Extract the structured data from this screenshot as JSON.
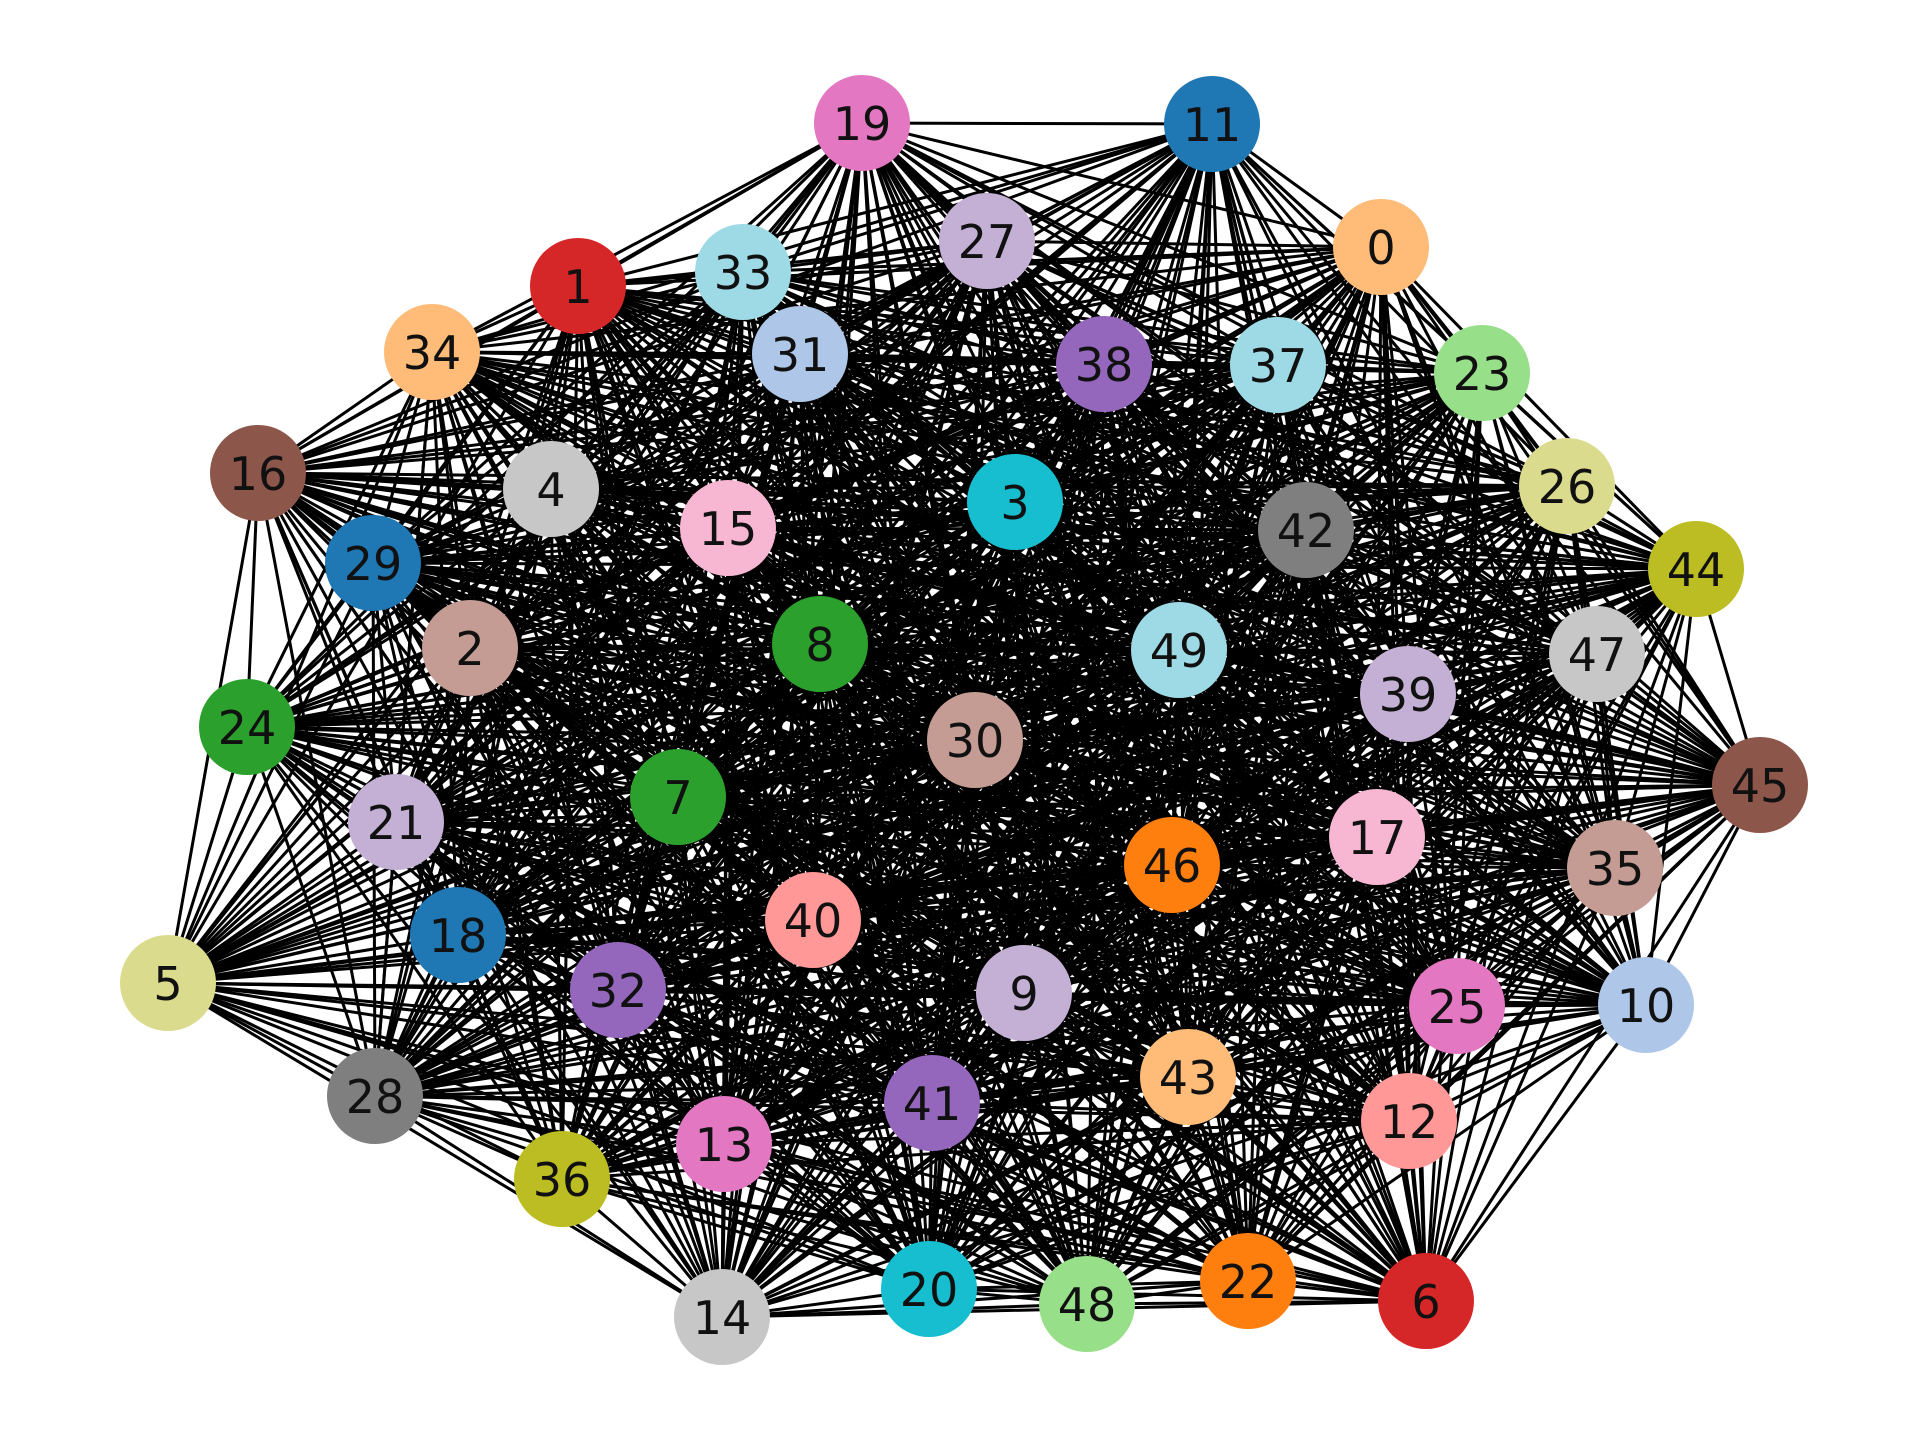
{
  "graph": {
    "type": "network",
    "nodes": [
      {
        "id": "0",
        "label": "0",
        "color": "#ffbb78"
      },
      {
        "id": "1",
        "label": "1",
        "color": "#d62728"
      },
      {
        "id": "2",
        "label": "2",
        "color": "#c49c94"
      },
      {
        "id": "3",
        "label": "3",
        "color": "#17becf"
      },
      {
        "id": "4",
        "label": "4",
        "color": "#c7c7c7"
      },
      {
        "id": "5",
        "label": "5",
        "color": "#dbdb8d"
      },
      {
        "id": "6",
        "label": "6",
        "color": "#d62728"
      },
      {
        "id": "7",
        "label": "7",
        "color": "#2ca02c"
      },
      {
        "id": "8",
        "label": "8",
        "color": "#2ca02c"
      },
      {
        "id": "9",
        "label": "9",
        "color": "#c5b0d5"
      },
      {
        "id": "10",
        "label": "10",
        "color": "#aec7e8"
      },
      {
        "id": "11",
        "label": "11",
        "color": "#1f77b4"
      },
      {
        "id": "12",
        "label": "12",
        "color": "#ff9896"
      },
      {
        "id": "13",
        "label": "13",
        "color": "#e377c2"
      },
      {
        "id": "14",
        "label": "14",
        "color": "#c7c7c7"
      },
      {
        "id": "15",
        "label": "15",
        "color": "#f7b6d2"
      },
      {
        "id": "16",
        "label": "16",
        "color": "#8c564b"
      },
      {
        "id": "17",
        "label": "17",
        "color": "#f7b6d2"
      },
      {
        "id": "18",
        "label": "18",
        "color": "#1f77b4"
      },
      {
        "id": "19",
        "label": "19",
        "color": "#e377c2"
      },
      {
        "id": "20",
        "label": "20",
        "color": "#17becf"
      },
      {
        "id": "21",
        "label": "21",
        "color": "#c5b0d5"
      },
      {
        "id": "22",
        "label": "22",
        "color": "#ff7f0e"
      },
      {
        "id": "23",
        "label": "23",
        "color": "#98df8a"
      },
      {
        "id": "24",
        "label": "24",
        "color": "#2ca02c"
      },
      {
        "id": "25",
        "label": "25",
        "color": "#e377c2"
      },
      {
        "id": "26",
        "label": "26",
        "color": "#dbdb8d"
      },
      {
        "id": "27",
        "label": "27",
        "color": "#c5b0d5"
      },
      {
        "id": "28",
        "label": "28",
        "color": "#7f7f7f"
      },
      {
        "id": "29",
        "label": "29",
        "color": "#1f77b4"
      },
      {
        "id": "30",
        "label": "30",
        "color": "#c49c94"
      },
      {
        "id": "31",
        "label": "31",
        "color": "#aec7e8"
      },
      {
        "id": "32",
        "label": "32",
        "color": "#9467bd"
      },
      {
        "id": "33",
        "label": "33",
        "color": "#9edae5"
      },
      {
        "id": "34",
        "label": "34",
        "color": "#ffbb78"
      },
      {
        "id": "35",
        "label": "35",
        "color": "#c49c94"
      },
      {
        "id": "36",
        "label": "36",
        "color": "#bcbd22"
      },
      {
        "id": "37",
        "label": "37",
        "color": "#9edae5"
      },
      {
        "id": "38",
        "label": "38",
        "color": "#9467bd"
      },
      {
        "id": "39",
        "label": "39",
        "color": "#c5b0d5"
      },
      {
        "id": "40",
        "label": "40",
        "color": "#ff9896"
      },
      {
        "id": "41",
        "label": "41",
        "color": "#9467bd"
      },
      {
        "id": "42",
        "label": "42",
        "color": "#7f7f7f"
      },
      {
        "id": "43",
        "label": "43",
        "color": "#ffbb78"
      },
      {
        "id": "44",
        "label": "44",
        "color": "#bcbd22"
      },
      {
        "id": "45",
        "label": "45",
        "color": "#8c564b"
      },
      {
        "id": "46",
        "label": "46",
        "color": "#ff7f0e"
      },
      {
        "id": "47",
        "label": "47",
        "color": "#c7c7c7"
      },
      {
        "id": "48",
        "label": "48",
        "color": "#98df8a"
      },
      {
        "id": "49",
        "label": "49",
        "color": "#9edae5"
      }
    ],
    "edges": "complete",
    "edge_color": "#000000"
  }
}
